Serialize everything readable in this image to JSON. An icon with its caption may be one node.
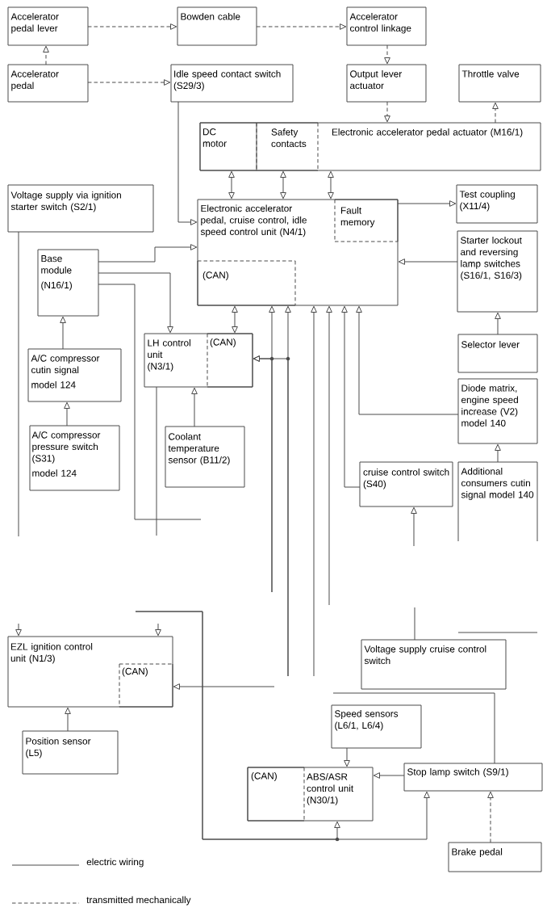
{
  "diagram": {
    "nodes": [
      {
        "text": [
          "Accelerator pedal lever"
        ]
      },
      {
        "text": [
          "Bowden cable"
        ]
      },
      {
        "text": [
          "Accelerator control linkage"
        ]
      },
      {
        "text": [
          "Accelerator pedal"
        ]
      },
      {
        "text": [
          "Idle speed contact switch (S29/3)"
        ]
      },
      {
        "text": [
          "Output lever actuator"
        ]
      },
      {
        "text": [
          "Throttle valve"
        ]
      },
      {
        "text": [
          "Electronic accelerator pedal actuator (M16/1)"
        ]
      },
      {
        "text": [
          "DC motor"
        ],
        "in": 7
      },
      {
        "text": [
          "Safety contacts"
        ],
        "in": 7
      },
      {
        "text": [
          "Voltage supply via ignition starter switch (S2/1)"
        ]
      },
      {
        "text": [
          "Electronic accelerator pedal, cruise control, idle speed control unit (N4/1)"
        ]
      },
      {
        "text": [
          "Fault memory"
        ],
        "in": 11
      },
      {
        "text": [
          "(CAN)"
        ],
        "in": 11
      },
      {
        "text": [
          "Test coupling (X11/4)"
        ]
      },
      {
        "text": [
          "Base module",
          "(N16/1)"
        ]
      },
      {
        "text": [
          "Starter lockout and reversing lamp switches (S16/1, S16/3)"
        ]
      },
      {
        "text": [
          "LH control unit (N3/1)"
        ]
      },
      {
        "text": [
          "(CAN)"
        ],
        "in": 17
      },
      {
        "text": [
          "Selector lever"
        ]
      },
      {
        "text": [
          "A/C compressor cutin signal",
          "model 124"
        ]
      },
      {
        "text": [
          "Coolant temperature sensor (B11/2)"
        ]
      },
      {
        "text": [
          "Diode matrix, engine speed increase (V2) model 140"
        ]
      },
      {
        "text": [
          "A/C compressor pressure switch (S31)",
          "model 124"
        ]
      },
      {
        "text": [
          "cruise control switch (S40)"
        ]
      },
      {
        "text": [
          "Additional consumers cutin signal model 140"
        ]
      },
      {
        "text": [
          "Voltage supply cruise control switch"
        ]
      },
      {
        "text": [
          "EZL ignition control unit (N1/3)"
        ]
      },
      {
        "text": [
          "(CAN)"
        ],
        "in": 27
      },
      {
        "text": [
          "Position sensor (L5)"
        ]
      },
      {
        "text": [
          "Speed sensors (L6/1, L6/4)"
        ]
      },
      {
        "text": [
          "ABS/ASR control unit (N30/1)"
        ]
      },
      {
        "text": [
          "(CAN)"
        ],
        "in": 31
      },
      {
        "text": [
          "Stop lamp switch (S9/1)"
        ]
      },
      {
        "text": [
          "Brake pedal"
        ]
      }
    ],
    "edges": [
      {
        "from": 0,
        "to": 1,
        "arrow": "to",
        "style": "dashed"
      },
      {
        "from": 1,
        "to": 2,
        "arrow": "to",
        "style": "dashed"
      },
      {
        "from": 3,
        "to": 0,
        "arrow": "to",
        "style": "dashed"
      },
      {
        "from": 3,
        "to": 4,
        "arrow": "to",
        "style": "dashed"
      },
      {
        "from": 2,
        "to": 5,
        "arrow": "to",
        "style": "dashed"
      },
      {
        "from": 5,
        "to": 7,
        "arrow": "to",
        "style": "dashed"
      },
      {
        "from": 7,
        "to": 6,
        "arrow": "to",
        "style": "dashed"
      },
      {
        "from": 4,
        "to": 11,
        "arrow": "to"
      },
      {
        "from": 8,
        "to": 11,
        "arrow": "both"
      },
      {
        "from": 9,
        "to": 11,
        "arrow": "both"
      },
      {
        "from": 7,
        "to": 11,
        "arrow": "both"
      },
      {
        "from": 11,
        "to": 14,
        "arrow": "to"
      },
      {
        "from": 16,
        "to": 11,
        "arrow": "to"
      },
      {
        "from": 15,
        "to": 11,
        "arrow": "to"
      },
      {
        "from": 15,
        "to": 17,
        "arrow": "to"
      },
      {
        "from": 13,
        "to": 18,
        "arrow": "both"
      },
      {
        "from": 20,
        "to": 15,
        "arrow": "to"
      },
      {
        "from": 23,
        "to": 20,
        "arrow": "to"
      },
      {
        "from": 21,
        "to": 17,
        "arrow": "to"
      },
      {
        "from": 19,
        "to": 16,
        "arrow": "to"
      },
      {
        "from": 25,
        "to": 22,
        "arrow": "to"
      },
      {
        "from": 22,
        "to": 11,
        "arrow": "to"
      },
      {
        "from": 24,
        "to": 11,
        "arrow": "to"
      },
      {
        "from": 10,
        "to": null,
        "arrow": "none"
      },
      {
        "from": 15,
        "to": null,
        "arrow": "none"
      },
      {
        "from": 17,
        "to": null,
        "arrow": "none"
      },
      {
        "from": null,
        "to": 13,
        "arrow": "to"
      },
      {
        "from": null,
        "to": 18,
        "arrow": "to"
      },
      {
        "from": null,
        "to": 13,
        "arrow": "to"
      },
      {
        "from": null,
        "to": 18,
        "arrow": "to"
      },
      {
        "from": null,
        "to": 11,
        "arrow": "to"
      },
      {
        "from": null,
        "to": 11,
        "arrow": "to"
      },
      {
        "from": null,
        "to": 24,
        "arrow": "to"
      },
      {
        "from": 26,
        "to": null,
        "arrow": "none"
      },
      {
        "from": null,
        "to": 28,
        "arrow": "to"
      },
      {
        "from": null,
        "to": 27,
        "arrow": "to"
      },
      {
        "from": null,
        "to": 27,
        "arrow": "to"
      },
      {
        "from": 29,
        "to": 27,
        "arrow": "to"
      },
      {
        "from": 30,
        "to": 31,
        "arrow": "to"
      },
      {
        "from": 33,
        "to": 31,
        "arrow": "to"
      },
      {
        "from": 34,
        "to": 33,
        "arrow": "to",
        "style": "dashed"
      },
      {
        "from": null,
        "to": 33,
        "arrow": "to"
      },
      {
        "from": null,
        "to": 31,
        "arrow": "to"
      },
      {
        "from": 33,
        "to": null,
        "arrow": "none"
      }
    ],
    "legend": [
      {
        "text": "electric wiring"
      },
      {
        "text": "transmitted mechanically"
      }
    ]
  }
}
